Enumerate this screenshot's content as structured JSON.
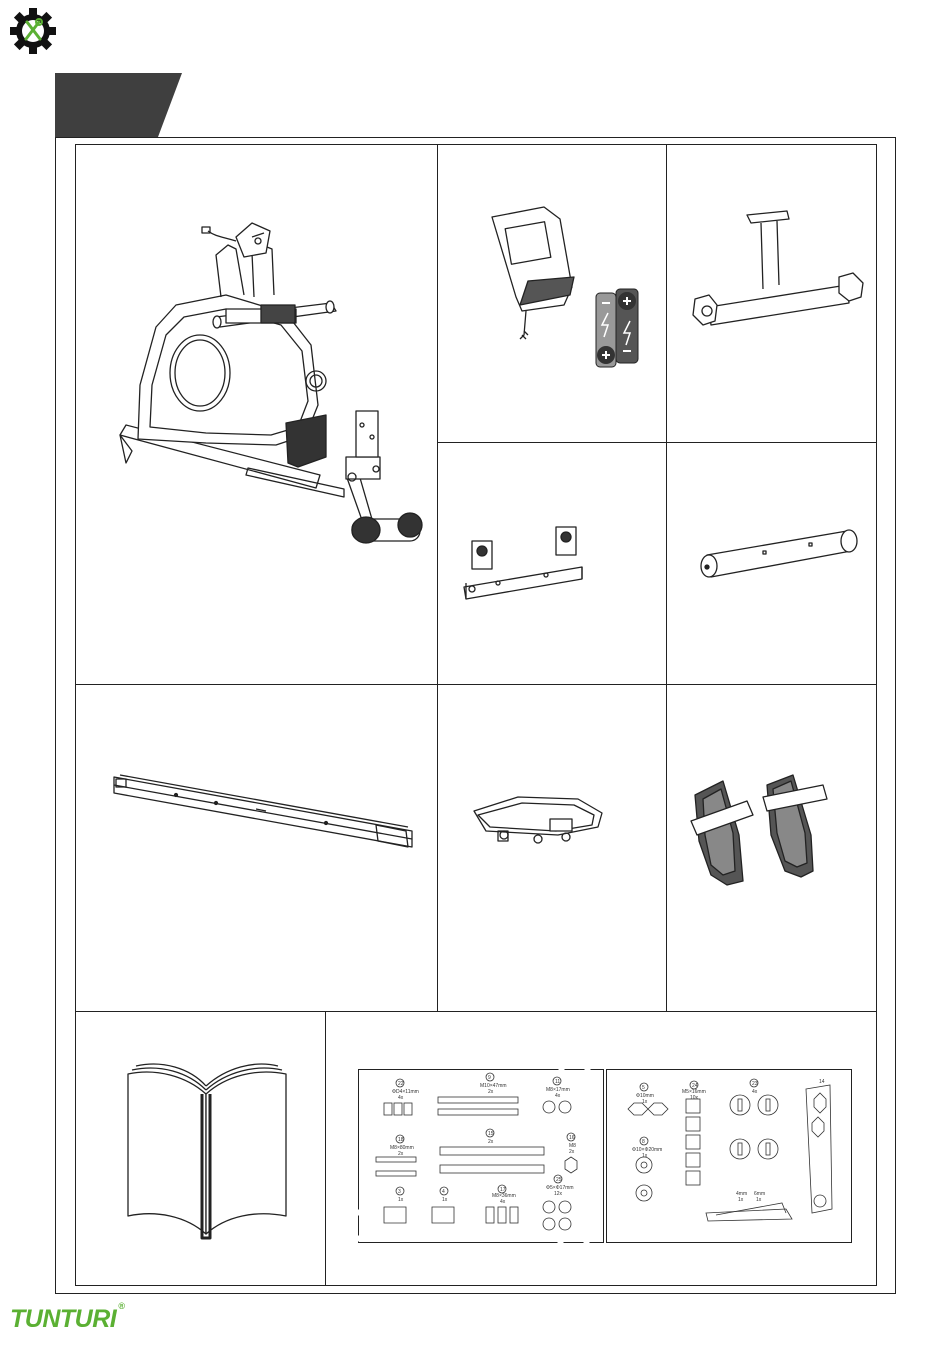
{
  "brand": {
    "name": "TUNTURI",
    "registered_mark": "®",
    "color": "#5bb033",
    "banner_color": "#3f3f3f",
    "logo_icon": "gear-tools-icon"
  },
  "parts_box_left": {
    "items": [
      {
        "num": "22",
        "line1": "ΦD4×11mm",
        "line2": "4x"
      },
      {
        "num": "9",
        "line1": "M10×47mm",
        "line2": "2x"
      },
      {
        "num": "11",
        "line1": "M8×17mm",
        "line2": "4x"
      },
      {
        "num": "15",
        "line1": "",
        "line2": "2x"
      },
      {
        "num": "18",
        "line1": "M8×80mm",
        "line2": "2x"
      },
      {
        "num": "16",
        "line1": "M8",
        "line2": "2x"
      },
      {
        "num": "3",
        "line1": "",
        "line2": "1x"
      },
      {
        "num": "4",
        "line1": "",
        "line2": "1x"
      },
      {
        "num": "17",
        "line1": "M8×36mm",
        "line2": "4x"
      },
      {
        "num": "25",
        "line1": "Φ5×Φ17mm",
        "line2": "12x"
      }
    ]
  },
  "parts_box_right": {
    "items": [
      {
        "num": "5",
        "line1": "Φ10mm",
        "line2": "1x"
      },
      {
        "num": "24",
        "line1": "M5×16mm",
        "line2": "10x"
      },
      {
        "num": "23",
        "line1": "",
        "line2": "4x"
      },
      {
        "num": "13",
        "line1": "",
        "line2": "1x"
      },
      {
        "num": "8",
        "line1": "Φ10×Φ20mm",
        "line2": "1x"
      },
      {
        "num": "14",
        "line1": "",
        "line2": ""
      }
    ],
    "allen_keys": [
      {
        "size": "4mm",
        "qty": "1x"
      },
      {
        "size": "6mm",
        "qty": "1x"
      }
    ]
  }
}
